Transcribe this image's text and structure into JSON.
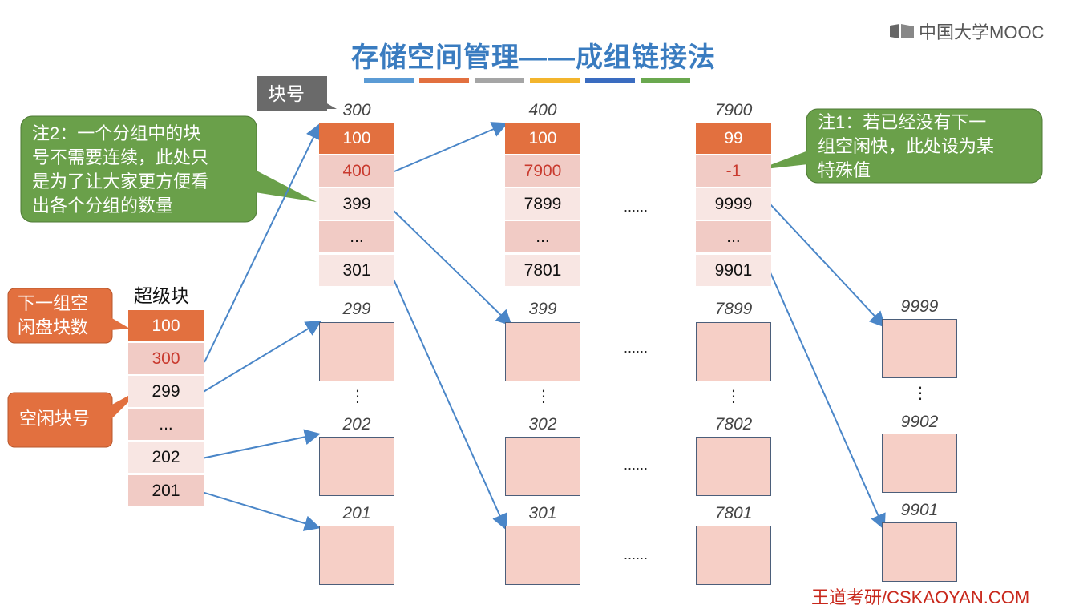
{
  "title": "存储空间管理——成组链接法",
  "logo_text": "中国大学MOOC",
  "footer": "王道考研/CSKAOYAN.COM",
  "color_bar": [
    "#5b9bd5",
    "#e2703f",
    "#a5a5a5",
    "#f3b52d",
    "#3a6cc0",
    "#6aa84f"
  ],
  "superblock": {
    "title": "超级块",
    "cells": [
      "100",
      "300",
      "299",
      "...",
      "202",
      "201"
    ]
  },
  "groups": [
    {
      "label": "300",
      "cells": [
        "100",
        "400",
        "399",
        "...",
        "301"
      ]
    },
    {
      "label": "400",
      "cells": [
        "100",
        "7900",
        "7899",
        "...",
        "7801"
      ]
    },
    {
      "label": "7900",
      "cells": [
        "99",
        "-1",
        "9999",
        "...",
        "9901"
      ]
    }
  ],
  "free_blocks": {
    "col1": [
      "299",
      "202",
      "201"
    ],
    "col2": [
      "399",
      "302",
      "301"
    ],
    "col3": [
      "7899",
      "7802",
      "7801"
    ],
    "col4": [
      "9999",
      "9902",
      "9901"
    ]
  },
  "ellipsis": "......",
  "vertical_ellipsis": "⋮",
  "callouts": {
    "block_no": "块号",
    "note2": [
      "注2：一个分组中的块",
      "号不需要连续，此处只",
      "是为了让大家更方便看",
      "出各个分组的数量"
    ],
    "note1": [
      "注1：若已经没有下一",
      "组空闲快，此处设为某",
      "特殊值"
    ],
    "next_group": [
      "下一组空",
      "闲盘块数"
    ],
    "free_no": "空闲块号"
  }
}
